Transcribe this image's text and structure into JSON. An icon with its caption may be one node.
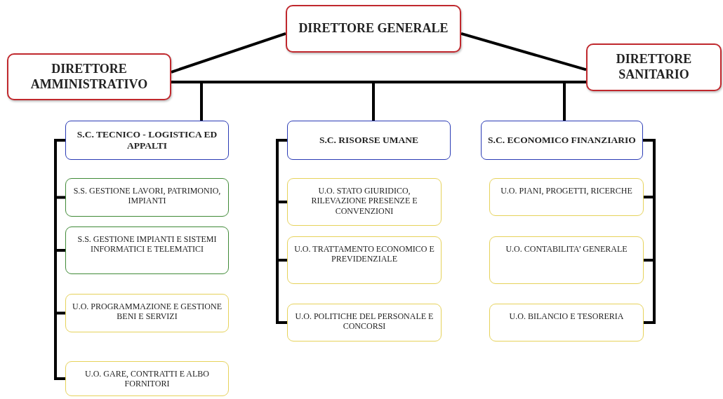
{
  "diagram": {
    "nodes": [
      {
        "text": [
          "DIRETTORE GENERALE"
        ]
      },
      {
        "text": [
          "DIRETTORE AMMINISTRATIVO"
        ]
      },
      {
        "text": [
          "DIRETTORE SANITARIO"
        ]
      },
      {
        "text": [
          "S.C. TECNICO - LOGISTICA ED APPALTI"
        ]
      },
      {
        "text": [
          "S.C. RISORSE UMANE"
        ]
      },
      {
        "text": [
          "S.C. ECONOMICO FINANZIARIO"
        ]
      },
      {
        "text": [
          "S.S. GESTIONE LAVORI, PATRIMONIO, IMPIANTI"
        ]
      },
      {
        "text": [
          "S.S. GESTIONE IMPIANTI E SISTEMI INFORMATICI E TELEMATICI"
        ]
      },
      {
        "text": [
          "U.O. PROGRAMMAZIONE E GESTIONE BENI E SERVIZI"
        ]
      },
      {
        "text": [
          "U.O. GARE, CONTRATTI E ALBO FORNITORI"
        ]
      },
      {
        "text": [
          "U.O. STATO GIURIDICO, RILEVAZIONE PRESENZE E CONVENZIONI"
        ]
      },
      {
        "text": [
          "U.O. TRATTAMENTO ECONOMICO E PREVIDENZIALE"
        ]
      },
      {
        "text": [
          "U.O. POLITICHE DEL PERSONALE E CONCORSI"
        ]
      },
      {
        "text": [
          "U.O. PIANI, PROGETTI, RICERCHE"
        ]
      },
      {
        "text": [
          "U.O. CONTABILITA’ GENERALE"
        ]
      },
      {
        "text": [
          "U.O. BILANCIO E TESORERIA"
        ]
      }
    ],
    "edges": [
      {
        "from": 0,
        "to": 1,
        "arrow": "none"
      },
      {
        "from": 0,
        "to": 2,
        "arrow": "none"
      },
      {
        "from": 1,
        "to": 2,
        "arrow": "none"
      },
      {
        "from": null,
        "to": 3,
        "arrow": "none"
      },
      {
        "from": null,
        "to": 4,
        "arrow": "none"
      },
      {
        "from": null,
        "to": 5,
        "arrow": "none"
      },
      {
        "from": 3,
        "to": 6,
        "arrow": "none"
      },
      {
        "from": 3,
        "to": 7,
        "arrow": "none"
      },
      {
        "from": 3,
        "to": 8,
        "arrow": "none"
      },
      {
        "from": 3,
        "to": 9,
        "arrow": "none"
      },
      {
        "from": 4,
        "to": 10,
        "arrow": "none"
      },
      {
        "from": 4,
        "to": 11,
        "arrow": "none"
      },
      {
        "from": 4,
        "to": 12,
        "arrow": "none"
      },
      {
        "from": 5,
        "to": 13,
        "arrow": "none"
      },
      {
        "from": 5,
        "to": 14,
        "arrow": "none"
      },
      {
        "from": 5,
        "to": 15,
        "arrow": "none"
      }
    ]
  }
}
